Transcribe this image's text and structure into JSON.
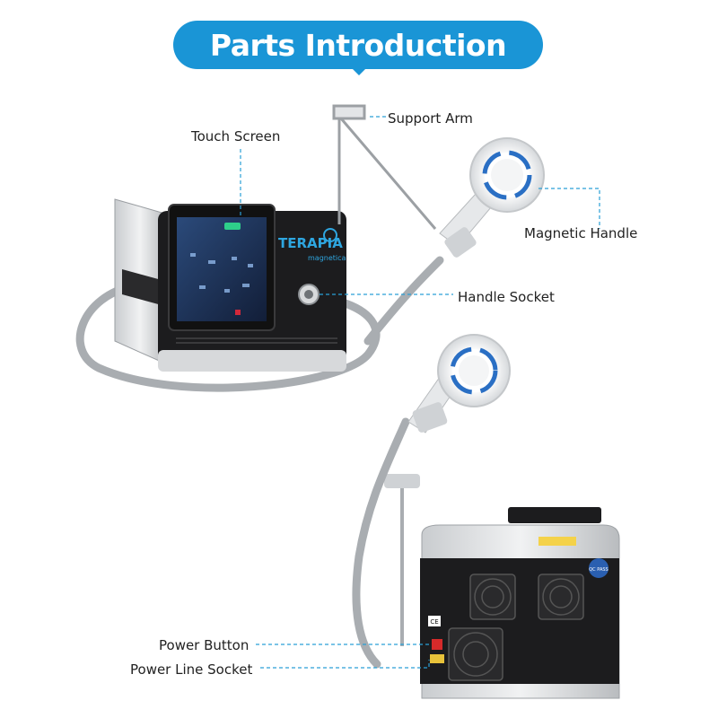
{
  "header": {
    "title": "Parts Introduction"
  },
  "labels": {
    "touch_screen": "Touch Screen",
    "support_arm": "Support Arm",
    "magnetic_handle": "Magnetic Handle",
    "handle_socket": "Handle Socket",
    "power_button": "Power Button",
    "power_line_socket": "Power Line Socket"
  },
  "device": {
    "brand_main": "TERAPIA",
    "brand_sub": "magnetica",
    "cert_badge": "QC PASS"
  },
  "colors": {
    "accent": "#1a95d6",
    "device_dark": "#1c1c1e",
    "leader_line": "#2a9fd6"
  }
}
